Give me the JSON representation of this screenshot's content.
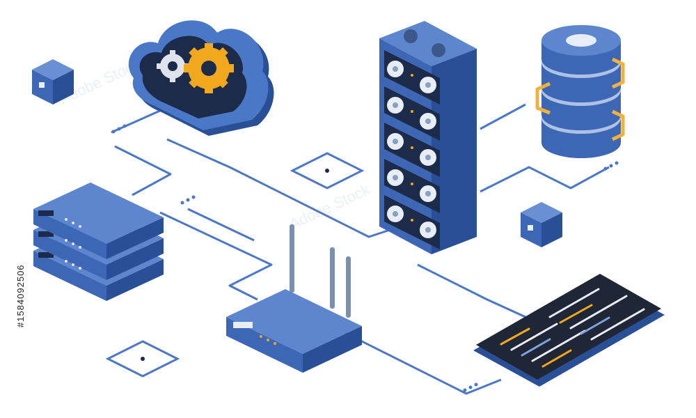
{
  "image_id_text": "#1584092506",
  "watermark_text": "Adobe Stock",
  "palette": {
    "line": "#4a78c6",
    "device_top": "#5d86cf",
    "device_front": "#3d67b4",
    "device_side": "#294f97",
    "dark": "#1d2b4a",
    "gear_gold": "#f2a81d",
    "chain_gold": "#f0b23d",
    "screen": "#1f2636"
  },
  "objects": [
    "cloud-with-gears",
    "server-rack-cabinet",
    "database-cylinder",
    "stacked-network-switches",
    "wifi-router",
    "tablet-with-code",
    "small-cubes",
    "connection-pads"
  ]
}
